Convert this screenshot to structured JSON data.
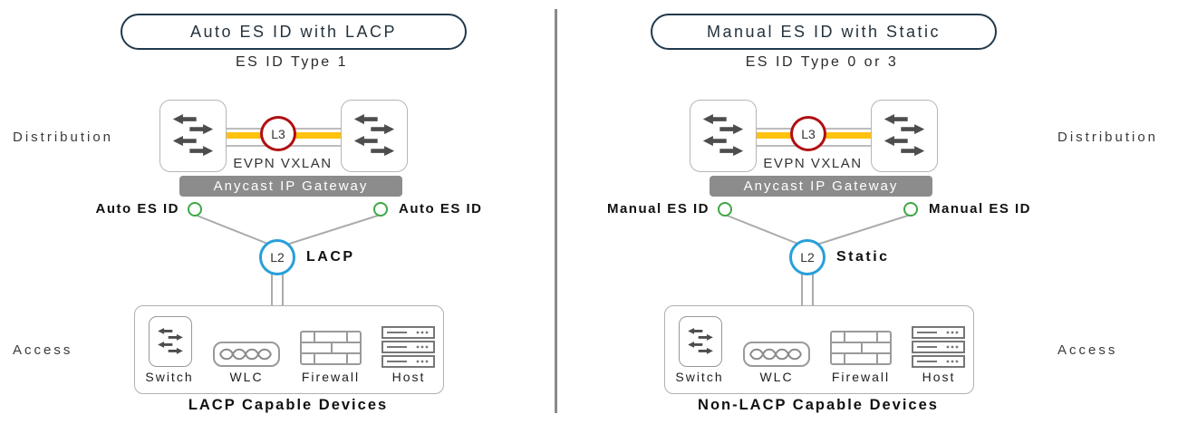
{
  "left": {
    "title": "Auto ES ID with LACP",
    "subtitle": "ES ID Type 1",
    "tier_top": "Distribution",
    "tier_bottom": "Access",
    "l3_label": "L3",
    "overlay_label": "EVPN VXLAN",
    "gateway_label": "Anycast IP Gateway",
    "es_id_left": "Auto ES ID",
    "es_id_right": "Auto ES ID",
    "l2_label": "L2",
    "port_mode": "LACP",
    "devices": [
      "Switch",
      "WLC",
      "Firewall",
      "Host"
    ],
    "devices_caption": "LACP Capable Devices"
  },
  "right": {
    "title": "Manual ES ID with Static",
    "subtitle": "ES ID Type 0 or 3",
    "tier_top": "Distribution",
    "tier_bottom": "Access",
    "l3_label": "L3",
    "overlay_label": "EVPN VXLAN",
    "gateway_label": "Anycast IP Gateway",
    "es_id_left": "Manual ES ID",
    "es_id_right": "Manual ES ID",
    "l2_label": "L2",
    "port_mode": "Static",
    "devices": [
      "Switch",
      "WLC",
      "Firewall",
      "Host"
    ],
    "devices_caption": "Non-LACP Capable Devices"
  },
  "colors": {
    "link_yellow": "#FFC20E",
    "l3_red": "#B00E12",
    "l2_blue": "#279FD9",
    "es_green": "#3FA744",
    "banner_gray": "#8C8C8C",
    "arrow_gray": "#4D4D4D"
  },
  "icons": [
    "switch-icon",
    "wlc-icon",
    "firewall-icon",
    "host-icon"
  ]
}
